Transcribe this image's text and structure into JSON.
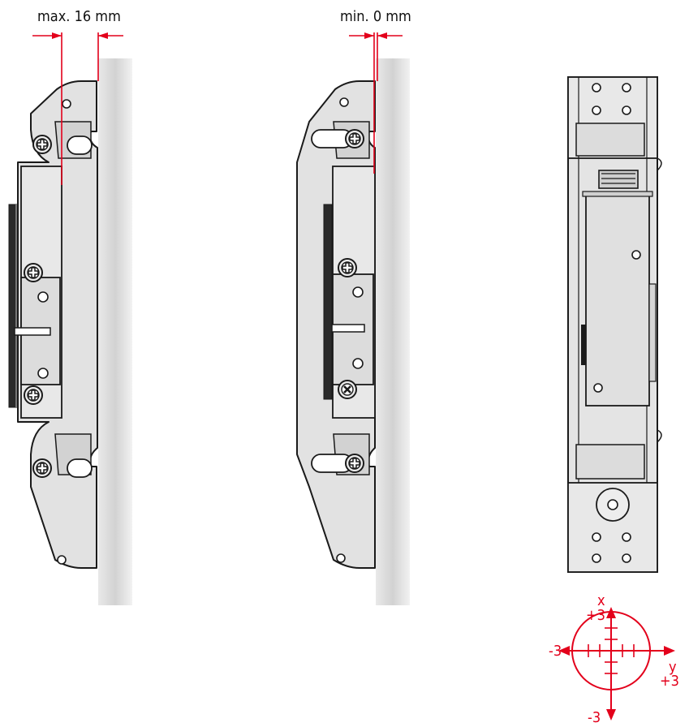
{
  "dimensions": {
    "max_label": "max. 16 mm",
    "min_label": "min. 0 mm"
  },
  "adjustment": {
    "x_axis_label": "x",
    "y_axis_label": "y",
    "x_plus": "+3",
    "x_minus": "-3",
    "y_plus": "+3",
    "y_minus": "-3"
  },
  "colors": {
    "accent": "#e3001b",
    "steel": "#e2e2e2",
    "steel_dark": "#c9c9c9",
    "outline": "#1a1a1a",
    "wall": "#d8d8d8"
  }
}
